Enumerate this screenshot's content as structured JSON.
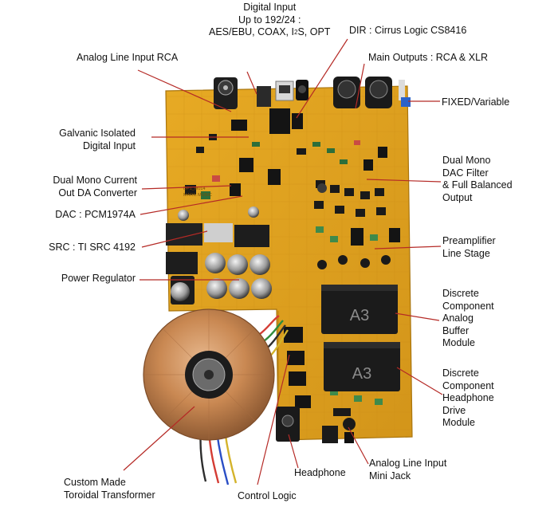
{
  "labels": {
    "digital_input": [
      "Digital Input",
      "Up to 192/24 :",
      "AES/EBU, COAX, I2S, OPT"
    ],
    "dir": "DIR : Cirrus Logic CS8416",
    "analog_line_input_rca": "Analog Line Input RCA",
    "main_outputs": "Main Outputs : RCA & XLR",
    "fixed_variable": "FIXED/Variable",
    "galvanic_isolated": [
      "Galvanic Isolated",
      "Digital Input"
    ],
    "dual_mono_current": [
      "Dual Mono Current",
      "Out DA Converter"
    ],
    "dac": "DAC : PCM1974A",
    "src": "SRC : TI SRC 4192",
    "power_regulator": "Power Regulator",
    "dual_mono_dac_filter": [
      "Dual Mono",
      "DAC Filter",
      "& Full Balanced",
      "Output"
    ],
    "preamplifier": [
      "Preamplifier",
      "Line Stage"
    ],
    "analog_buffer": [
      "Discrete",
      "Component",
      "Analog",
      "Buffer",
      "Module"
    ],
    "headphone_drive": [
      "Discrete",
      "Component",
      "Headphone",
      "Drive",
      "Module"
    ],
    "custom_transformer": [
      "Custom Made",
      "Toroidal Transformer"
    ],
    "control_logic": "Control Logic",
    "headphone": "Headphone",
    "analog_mini_jack": [
      "Analog Line Input",
      "Mini Jack"
    ]
  },
  "board_text": {
    "module_label_1": "A3",
    "module_label_2": "A3",
    "silkscreen_1": "DP1_M014",
    "silkscreen_2": "MARIL MUSIC"
  },
  "colors": {
    "pcb": "#e0a21c",
    "pcb_dark": "#c98a12",
    "callout_line": "#b52a26",
    "module": "#1b1b1b",
    "copper": "#c98852"
  }
}
